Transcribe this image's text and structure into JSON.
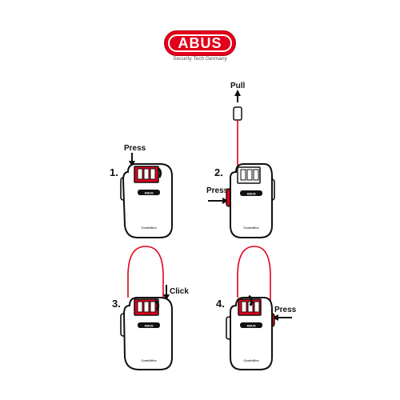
{
  "logo": {
    "brand": "ABUS",
    "tagline": "Security Tech Germany",
    "color": "#e2001a"
  },
  "steps": [
    {
      "number": "1.",
      "action": "Press"
    },
    {
      "number": "2.",
      "action_top": "Pull",
      "action_side": "Press"
    },
    {
      "number": "3.",
      "action": "Click"
    },
    {
      "number": "4.",
      "action": "Press"
    }
  ],
  "lock": {
    "badge": "ABUS",
    "model": "Combiflex"
  },
  "colors": {
    "highlight": "#e2001a",
    "outline": "#111111",
    "cable": "#e2001a"
  }
}
